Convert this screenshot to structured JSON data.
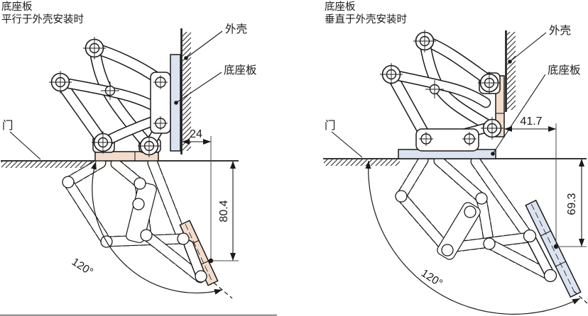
{
  "page": {
    "background": "#ffffff",
    "line_color": "#1a1a1a"
  },
  "colors": {
    "base_plate_blue": "#dbe3f0",
    "mount_plate_pink": "#f3dccb"
  },
  "left": {
    "title_line1": "底座板",
    "title_line2": "平行于外壳安装时",
    "housing_label": "外壳",
    "base_plate_label": "底座板",
    "door_label": "门",
    "offset_dim": "24",
    "drop_dim": "80.4",
    "swing_angle": "120°"
  },
  "right": {
    "title_line1": "底座板",
    "title_line2": "垂直于外壳安装时",
    "housing_label": "外壳",
    "base_plate_label": "底座板",
    "door_label": "门",
    "offset_dim": "41.7",
    "drop_dim": "69.3",
    "swing_angle": "120°"
  }
}
